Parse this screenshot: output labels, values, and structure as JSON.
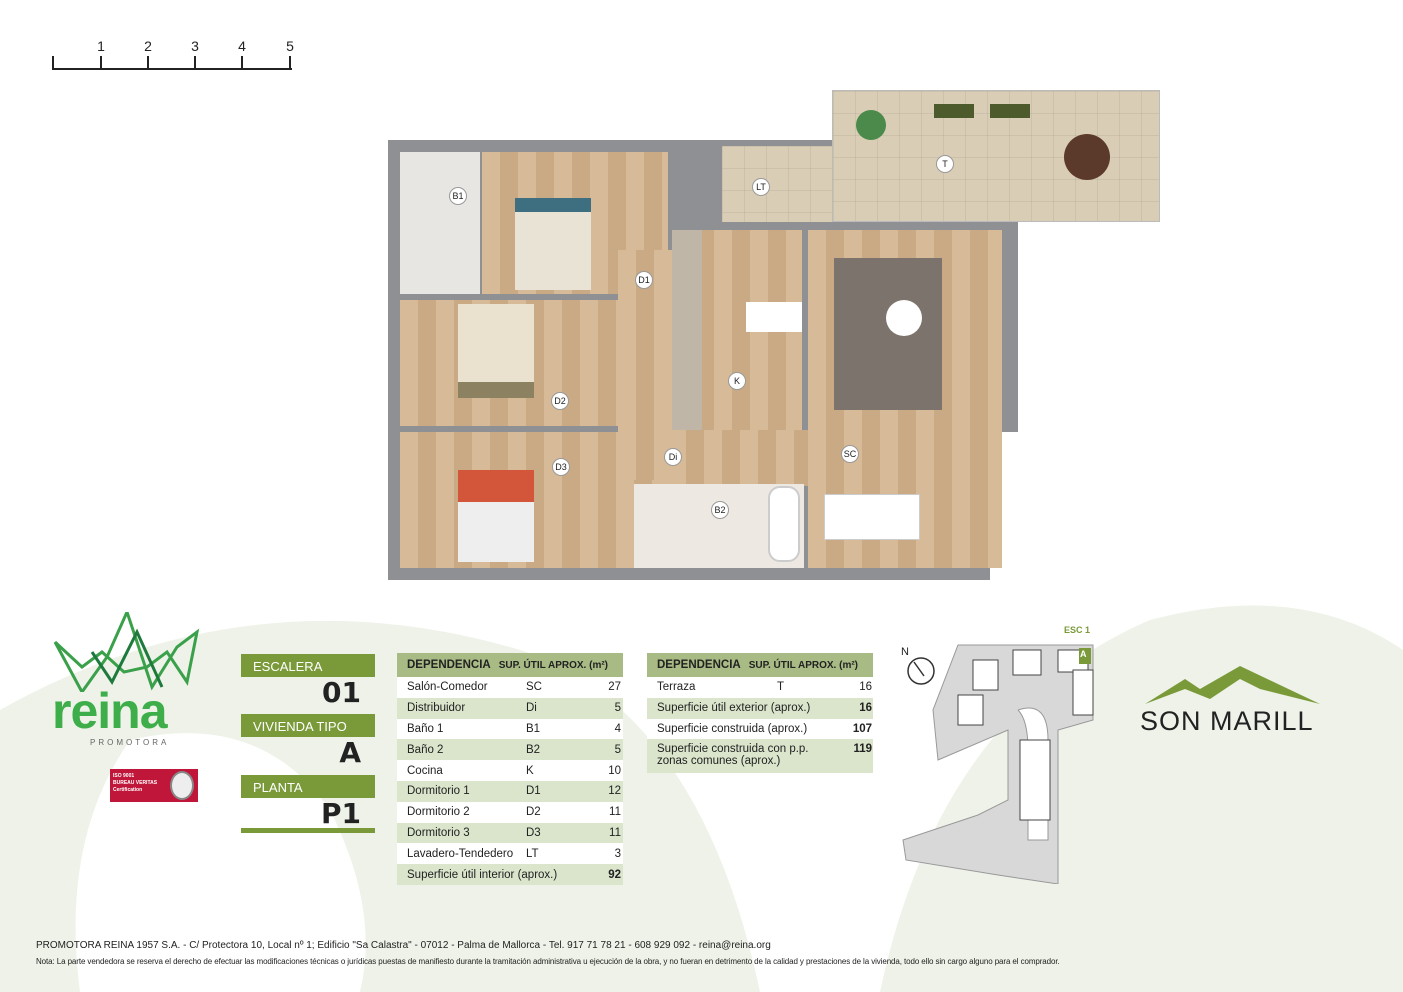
{
  "scale": {
    "ticks": [
      "1",
      "2",
      "3",
      "4",
      "5"
    ]
  },
  "plan": {
    "rooms": [
      {
        "code": "B1"
      },
      {
        "code": "D1"
      },
      {
        "code": "LT"
      },
      {
        "code": "T"
      },
      {
        "code": "K"
      },
      {
        "code": "D2"
      },
      {
        "code": "D3"
      },
      {
        "code": "Di"
      },
      {
        "code": "SC"
      },
      {
        "code": "B2"
      }
    ]
  },
  "brand": {
    "logo": "reina",
    "logo_sub": "PROMOTORA",
    "iso": "ISO 9001",
    "iso_line2": "BUREAU VERITAS",
    "iso_line3": "Certification",
    "project": "SON MARILL"
  },
  "info": {
    "stair_label": "ESCALERA",
    "stair_value": "01",
    "type_label": "VIVIENDA TIPO",
    "type_value": "A",
    "floor_label": "PLANTA",
    "floor_value": "P1"
  },
  "table1": {
    "header": "DEPENDENCIA",
    "header_sup": "SUP. ÚTIL APROX. (m²)",
    "rows": [
      [
        "Salón-Comedor",
        "SC",
        "27"
      ],
      [
        "Distribuidor",
        "Di",
        "5"
      ],
      [
        "Baño 1",
        "B1",
        "4"
      ],
      [
        "Baño 2",
        "B2",
        "5"
      ],
      [
        "Cocina",
        "K",
        "10"
      ],
      [
        "Dormitorio 1",
        "D1",
        "12"
      ],
      [
        "Dormitorio 2",
        "D2",
        "11"
      ],
      [
        "Dormitorio 3",
        "D3",
        "11"
      ],
      [
        "Lavadero-Tendedero",
        "LT",
        "3"
      ]
    ],
    "total_label": "Superficie útil interior (aprox.)",
    "total_value": "92"
  },
  "table2": {
    "header": "DEPENDENCIA",
    "header_sup": "SUP. ÚTIL APROX. (m²)",
    "rows": [
      [
        "Terraza",
        "T",
        "16"
      ]
    ],
    "summary": [
      [
        "Superficie útil exterior (aprox.)",
        "16"
      ],
      [
        "Superficie construida (aprox.)",
        "107"
      ],
      [
        "Superficie construida con p.p. zonas comunes (aprox.)",
        "119"
      ]
    ]
  },
  "site": {
    "north": "N",
    "stair": "ESC 1",
    "unit": "A"
  },
  "footer": {
    "address": "PROMOTORA REINA 1957 S.A. - C/ Protectora 10, Local nº 1; Edificio \"Sa Calastra\" - 07012 - Palma de Mallorca - Tel. 917 71 78 21 - 608 929 092 - reina@reina.org",
    "note": "Nota: La parte vendedora se reserva el derecho de efectuar las modificaciones técnicas o jurídicas puestas de manifiesto durante la tramitación administrativa u ejecución de la obra, y no fueran en detrimento de la calidad y prestaciones de la vivienda, todo ello sin cargo alguno para el comprador."
  }
}
